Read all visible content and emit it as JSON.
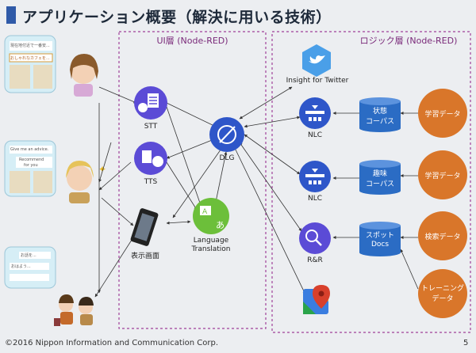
{
  "title": "アプリケーション概要（解決に用いる技術）",
  "footer": "©2016 Nippon Information and Communication Corp.",
  "page_number": "5",
  "regions": {
    "ui_layer": "UI層 (Node-RED)",
    "logic_layer": "ロジック層 (Node-RED)"
  },
  "ui_nodes": {
    "stt": "STT",
    "tts": "TTS",
    "dlg": "DLG",
    "display": "表示画面",
    "lang_line1": "Language",
    "lang_line2": "Translation"
  },
  "logic_nodes": {
    "twitter": "Insight for Twitter",
    "nlc1": "NLC",
    "nlc2": "NLC",
    "rr": "R&R"
  },
  "corpora": {
    "state_line1": "状態",
    "state_line2": "コーパス",
    "hobby_line1": "趣味",
    "hobby_line2": "コーパス",
    "spot_line1": "スポット",
    "spot_line2": "Docs"
  },
  "data_sources": {
    "learn1": "学習データ",
    "learn2": "学習データ",
    "search": "検索データ",
    "training_line1": "トレーニング",
    "training_line2": "データ"
  },
  "chat_cards": {
    "card1_line1": "現在地付近で一番安...",
    "card1_line2": "おしゃれなカフェを...",
    "card2_line1": "Give me an advice.",
    "card2_line2": "Recommend",
    "card2_line3": "for you",
    "card3_line1": "お話を...",
    "card3_line2": "おはよう..."
  },
  "colors": {
    "ui_node": "#5b4bd6",
    "logic_node": "#2e56c9",
    "corpus": "#2b6cc4",
    "data": "#d9762a",
    "translate": "#6cbf3a",
    "region_border": "#a0409a"
  }
}
